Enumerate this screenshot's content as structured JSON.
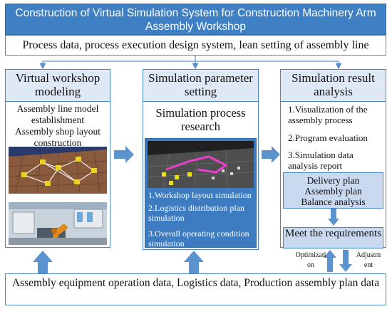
{
  "header": {
    "title": "Construction of Virtual Simulation System for Construction Machinery Arm Assembly Workshop",
    "process_line": "Process data, process execution design system, lean setting of assembly line"
  },
  "left_column": {
    "heading": "Virtual workshop modeling",
    "items": [
      "Assembly line model establishment",
      "Assembly shop layout construction"
    ]
  },
  "middle_column": {
    "heading": "Simulation parameter setting",
    "subheading": "Simulation process research",
    "items": [
      "1.Workshop layout simulation",
      "2.Logistics distribution plan simulation",
      "3.Overall operating condition simulation"
    ]
  },
  "right_column": {
    "heading": "Simulation result analysis",
    "items": [
      "1.Visualization of the assembly process",
      "2.Program evaluation",
      "3.Simulation data analysis report"
    ],
    "plans": [
      "Delivery plan",
      "Assembly plan",
      "Balance analysis"
    ],
    "requirements": "Meet the requirements",
    "feedback_up": "Optimization",
    "feedback_down": "Adjustment"
  },
  "footer": {
    "data_line": "Assembly equipment operation data, Logistics data, Production assembly plan data"
  },
  "colors": {
    "accent_blue": "#3f7fc4",
    "light_blue": "#c9d9ef",
    "arrow_blue": "#5b93cf"
  }
}
